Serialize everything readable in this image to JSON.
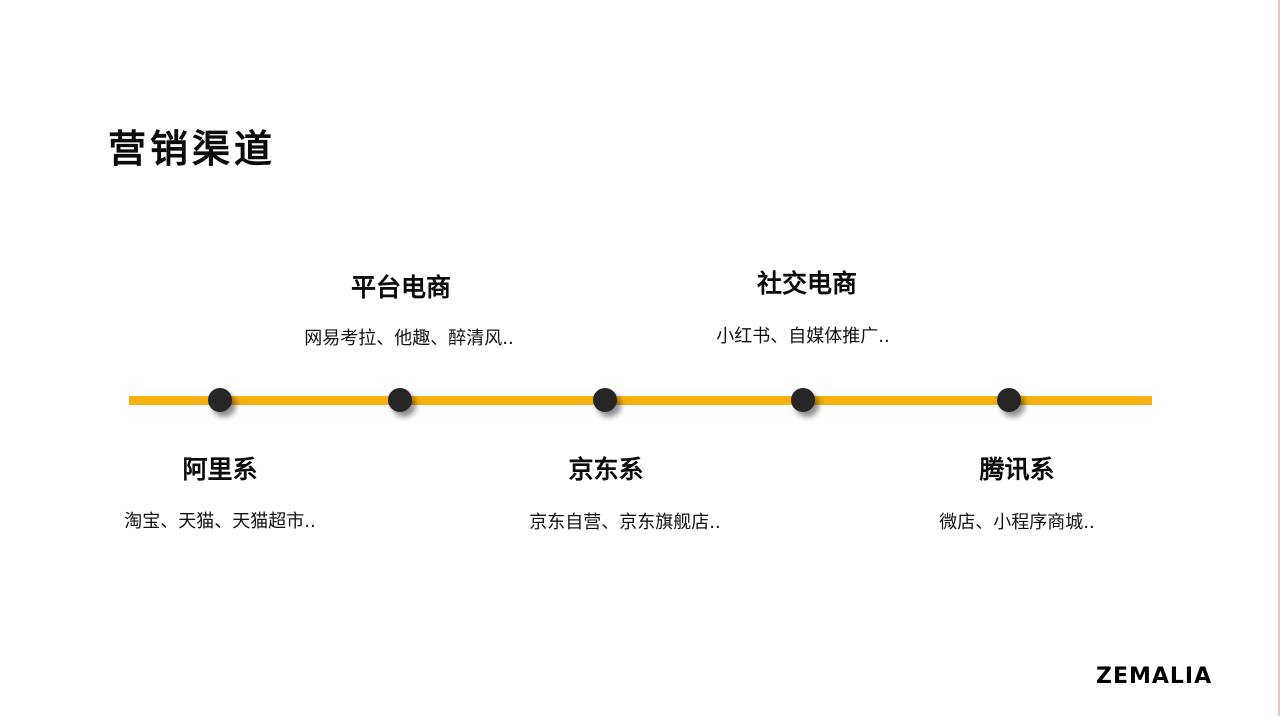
{
  "slide": {
    "title": "营销渠道",
    "logo": "ZEMALIA"
  },
  "colors": {
    "accent": "#f6b10f",
    "dot": "#262626",
    "text": "#0b0b0b"
  },
  "timeline": {
    "nodes": [
      {
        "title": "阿里系",
        "desc": "淘宝、天猫、天猫超市.."
      },
      {
        "title": "平台电商",
        "desc": "网易考拉、他趣、醉清风.."
      },
      {
        "title": "京东系",
        "desc": "京东自营、京东旗舰店.."
      },
      {
        "title": "社交电商",
        "desc": "小红书、自媒体推广.."
      },
      {
        "title": "腾讯系",
        "desc": "微店、小程序商城.."
      }
    ]
  }
}
